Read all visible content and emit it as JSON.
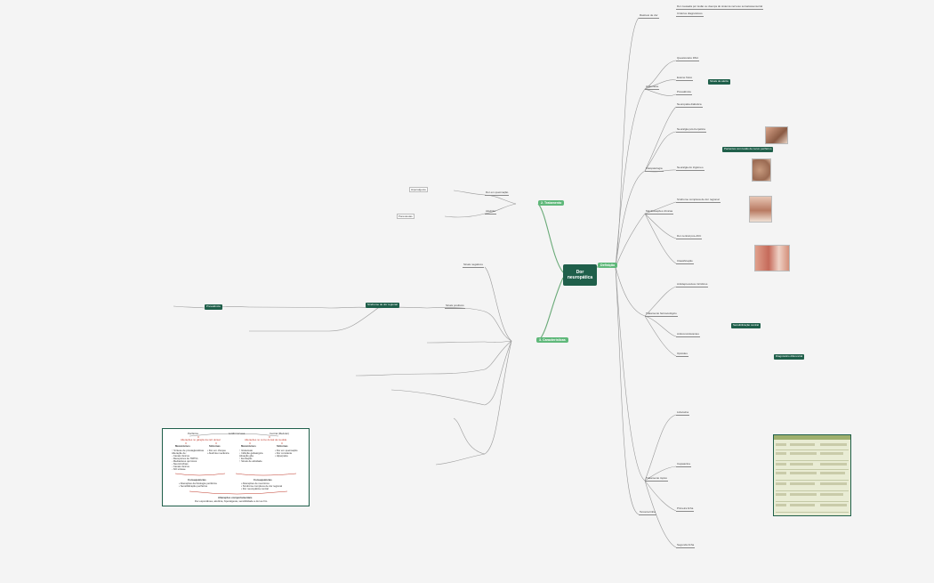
{
  "central": {
    "title": "Dor neuropática"
  },
  "branches": {
    "definicao": "Definição",
    "tratamento": "2. Tratamento",
    "caracteristicas": "3. Características"
  },
  "panel": {
    "col_left": "Periférica",
    "col_center": "Lesão nervosa",
    "col_right": "Central (Medular)",
    "sub_left": "Alterações no gânglio da raiz dorsal",
    "sub_right": "Alterações no corno dorsal da medula",
    "h1": "Mecanismos",
    "h2": "Sintomas",
    "h3": "Mecanismos",
    "h4": "Sintomas",
    "m1": [
      "↑ Síntese de prostaglandinas",
      "Alteração de:",
      "- Canais iônicos",
      "- Receptores de TRPV1",
      "- Mediadores químicos",
      "- Neurotrofinas",
      "- Canais iônicos",
      "- NO sintase"
    ],
    "s1": [
      "• Dor em choque",
      "• Alodínia mecânica"
    ],
    "m2": [
      "↑ Glutamato",
      "↓ Inibição gabaérgica",
      "Ativação glia",
      "↑ Excitação",
      "↑ Sinais de atividade"
    ],
    "s2": [
      "• Dor em queimação",
      "• Dor constante",
      "• Hiperpatia"
    ],
    "central_h1": "Consequências",
    "central_s1": [
      "• Alterações da fisiologia periférica",
      "• Sensibilização periférica"
    ],
    "central_h2": "Consequências",
    "central_s2": [
      "• Alterações de neurônios",
      "• Síndrome complexa de dor regional",
      "• Dor neuropática central"
    ],
    "footer_h": "Alterações comportamentais",
    "footer_s": "Dor espontânea, alodínia, hiperalgesia, sensibilidade a dor ao frio"
  },
  "labels": {
    "r1": "Rastreio de dor",
    "r2": "Anamnese",
    "r3": "Exame físico",
    "r4": "Prevalência",
    "r5": "Fisiopatologia",
    "r6": "Manifestações clínicas",
    "r7": "Classificação",
    "r8": "Neuropatia diabética",
    "r9": "Neuralgia pós-herpética",
    "r10": "Neuralgia do trigêmeo",
    "r11": "Síndrome complexa de dor regional",
    "r12": "Dor central pós-AVC",
    "r13": "Tratamento farmacológico",
    "r14": "Antidepressivos tricíclicos",
    "r15": "Anticonvulsivantes",
    "r16": "Opioides",
    "r17": "Tratamento tópico",
    "r18": "Lidocaína",
    "r19": "Capsaicina",
    "r20": "Questionário DN4",
    "d1": "Dor causada por lesão ou doença do sistema nervoso somatossensorial",
    "d2": "Critérios diagnósticos",
    "t1": "Primeira linha",
    "t2": "Segunda linha",
    "t3": "Terceira linha",
    "c1": "Dor em queimação",
    "c2": "Alodínia",
    "c3": "Hiperalgesia",
    "c4": "Parestesias",
    "c5": "Sinais negativos",
    "c6": "Sinais positivos",
    "dark1": "Pacientes com lesão de nervo periférico",
    "dark2": "Síndrome de dor regional",
    "dark3": "Sinais de alerta",
    "dark4": "Sensibilização central",
    "dark5": "Diagnóstico diferencial"
  },
  "colors": {
    "accent": "#1f5f4a",
    "branch": "#5fb87a",
    "link": "#9a9a9a",
    "alert": "#d9534f"
  }
}
